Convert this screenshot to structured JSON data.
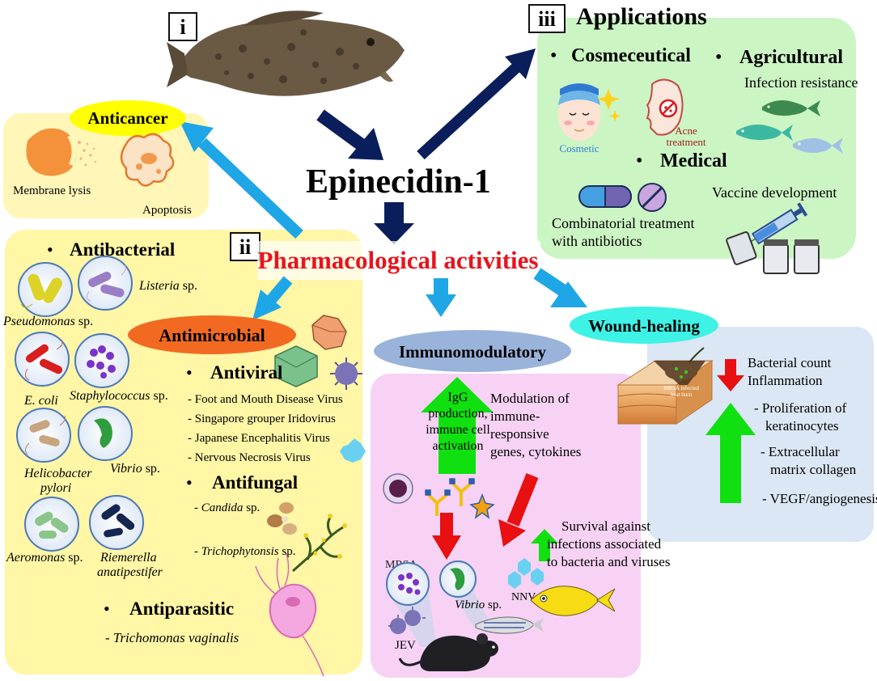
{
  "main_title": "Epinecidin-1",
  "subtitle": "Pharmacological activities",
  "panel_labels": {
    "i": "i",
    "ii": "ii",
    "iii": "iii"
  },
  "applications": {
    "title": "Applications",
    "bullet": "•",
    "cosmeceutical": "Cosmeceutical",
    "agricultural": "Agricultural",
    "infection_resistance": "Infection resistance",
    "cosmetic": "Cosmetic",
    "acne_line1": "Acne",
    "acne_line2": "treatment",
    "medical": "Medical",
    "vaccine": "Vaccine development",
    "combo_line1": "Combinatorial treatment",
    "combo_line2": "with antibiotics"
  },
  "anticancer": {
    "title": "Anticancer",
    "membrane_lysis": "Membrane lysis",
    "apoptosis": "Apoptosis"
  },
  "antimicrobial": {
    "title": "Antimicrobial",
    "antibacterial": "Antibacterial",
    "bacteria": {
      "listeria": "Listeria",
      "listeria_sp": "sp.",
      "pseudomonas": "Pseudomonas",
      "pseudomonas_sp": "sp.",
      "ecoli": "E. coli",
      "staphylococcus": "Staphylococcus",
      "staphylococcus_sp": "sp.",
      "helicobacter_line1": "Helicobacter",
      "helicobacter_line2": "pylori",
      "vibrio": "Vibrio",
      "vibrio_sp": "sp.",
      "aeromonas": "Aeromonas",
      "aeromonas_sp": "sp.",
      "riemerella_line1": "Riemerella",
      "riemerella_line2": "anatipestifer"
    },
    "antiviral": "Antiviral",
    "viruses": [
      "- Foot and Mouth Disease Virus",
      "- Singapore grouper Iridovirus",
      "- Japanese Encephalitis Virus",
      "- Nervous Necrosis Virus"
    ],
    "antifungal": "Antifungal",
    "candida": "Candida",
    "candida_sp": "sp.",
    "trichophytonsis": "Trichophytonsis",
    "trichophytonsis_sp": "sp.",
    "antiparasitic": "Antiparasitic",
    "trichomonas": "Trichomonas vaginalis",
    "dash": "-"
  },
  "immunomodulatory": {
    "title": "Immunomodulatory",
    "igg_line1": "IgG",
    "igg_line2": "production,",
    "igg_line3": "immune cell",
    "igg_line4": "activation",
    "mod_line1": "Modulation of",
    "mod_line2": "immune-",
    "mod_line3": "responsive",
    "mod_line4": "genes, cytokines",
    "surv_line1": "Survival against",
    "surv_line2": "infections associated",
    "surv_line3": "to bacteria and viruses",
    "mrsa": "MRSA",
    "vibrio": "Vibrio",
    "vibrio_sp": "sp.",
    "nnv": "NNV",
    "jev": "JEV"
  },
  "wound_healing": {
    "title": "Wound-healing",
    "bacterial_count": "Bacterial count",
    "inflammation": "Inflammation",
    "prolif_line1": "- Proliferation of",
    "prolif_line2": "keratinocytes",
    "ecm_line1": "- Extracellular",
    "ecm_line2": "matrix collagen",
    "vegf": "- VEGF/angiogenesis",
    "skin_label_line1": "MRSA infected",
    "skin_label_line2": "heat burn"
  },
  "colors": {
    "applications_panel": "#ccf5c4",
    "anticancer_panel": "#fff6b8",
    "antimicrobial_panel": "#fff6a6",
    "immuno_panel": "#f7d2f5",
    "wound_panel": "#dbe7f4",
    "anticancer_oval": "#ffff00",
    "antimicrobial_oval": "#f26a22",
    "immuno_oval": "#9ab3da",
    "wound_oval": "#3ff2e6",
    "pharm_text": "#e8141c",
    "navy_arrow": "#0a1e5c",
    "blue_arrow": "#1fa6e6",
    "green_arrow": "#10e010",
    "red_arrow": "#e81010"
  }
}
